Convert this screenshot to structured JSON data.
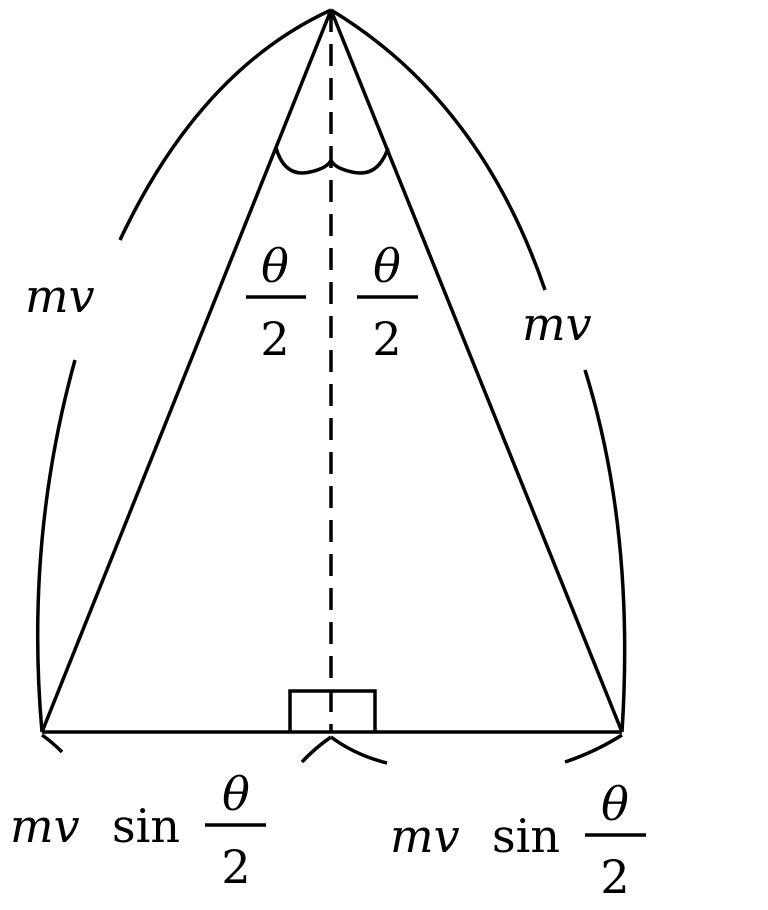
{
  "labels": {
    "left_side": "mv",
    "right_side": "mv",
    "half_angle_num": "θ",
    "half_angle_den": "2",
    "bottom_left_prefix": "mv",
    "bottom_left_fn": "sin",
    "bottom_left_num": "θ",
    "bottom_left_den": "2",
    "bottom_right_prefix": "mv",
    "bottom_right_fn": "sin",
    "bottom_right_num": "θ",
    "bottom_right_den": "2"
  },
  "colors": {
    "stroke": "#000000",
    "background": "#ffffff"
  }
}
